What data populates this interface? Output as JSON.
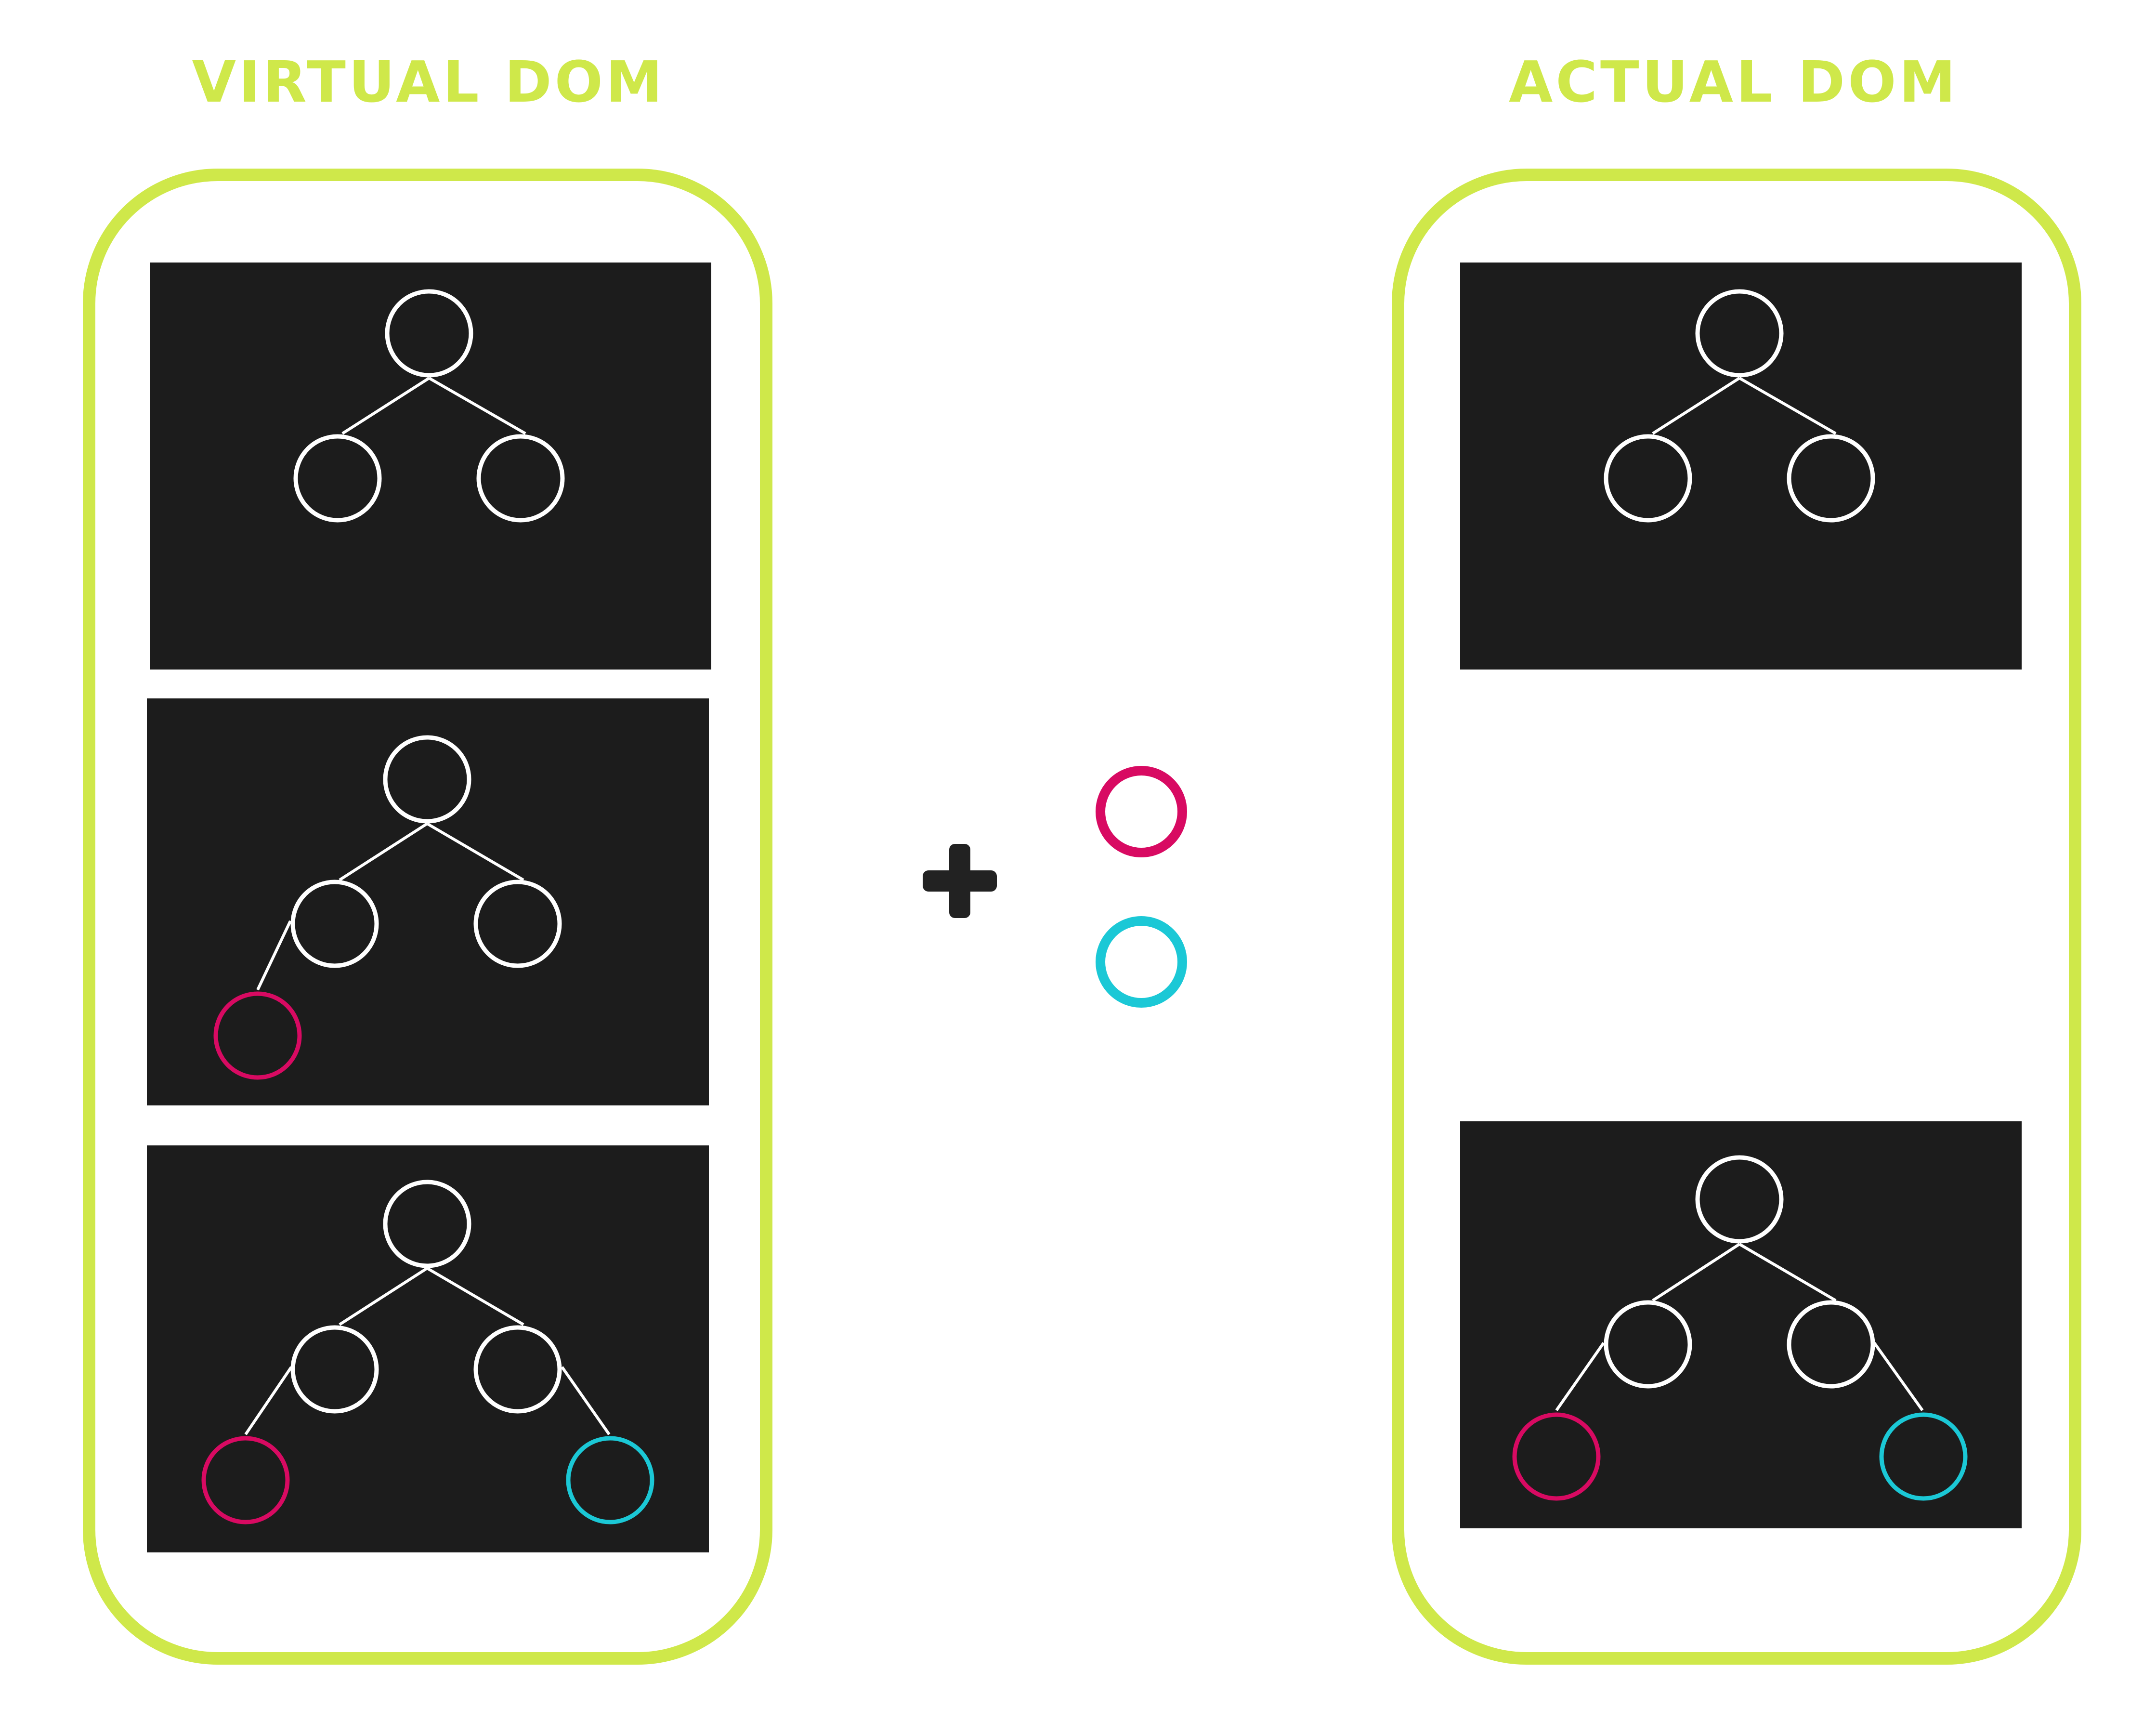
{
  "headings": {
    "virtual": "VIRTUAL DOM",
    "actual": "ACTUAL DOM"
  },
  "colors": {
    "accent_lime": "#cfe84a",
    "panel_background": "#1c1c1c",
    "node_default": "#ffffff",
    "node_added_magenta": "#d80a62",
    "node_added_cyan": "#1bc8d6",
    "plus_sign": "#222222"
  },
  "trees": {
    "virtual": [
      {
        "state": "initial",
        "nodes": [
          "root",
          "left-child",
          "right-child"
        ]
      },
      {
        "state": "one-node-added",
        "nodes": [
          "root",
          "left-child",
          "right-child",
          "magenta-grandchild"
        ]
      },
      {
        "state": "two-nodes-added",
        "nodes": [
          "root",
          "left-child",
          "right-child",
          "magenta-grandchild",
          "cyan-grandchild"
        ]
      }
    ],
    "actual": [
      {
        "state": "initial",
        "nodes": [
          "root",
          "left-child",
          "right-child"
        ]
      },
      {
        "state": "final",
        "nodes": [
          "root",
          "left-child",
          "right-child",
          "magenta-grandchild",
          "cyan-grandchild"
        ]
      }
    ]
  },
  "operator": {
    "symbol": "plus-sign-icon",
    "added_nodes": [
      "magenta-node-icon",
      "cyan-node-icon"
    ]
  }
}
